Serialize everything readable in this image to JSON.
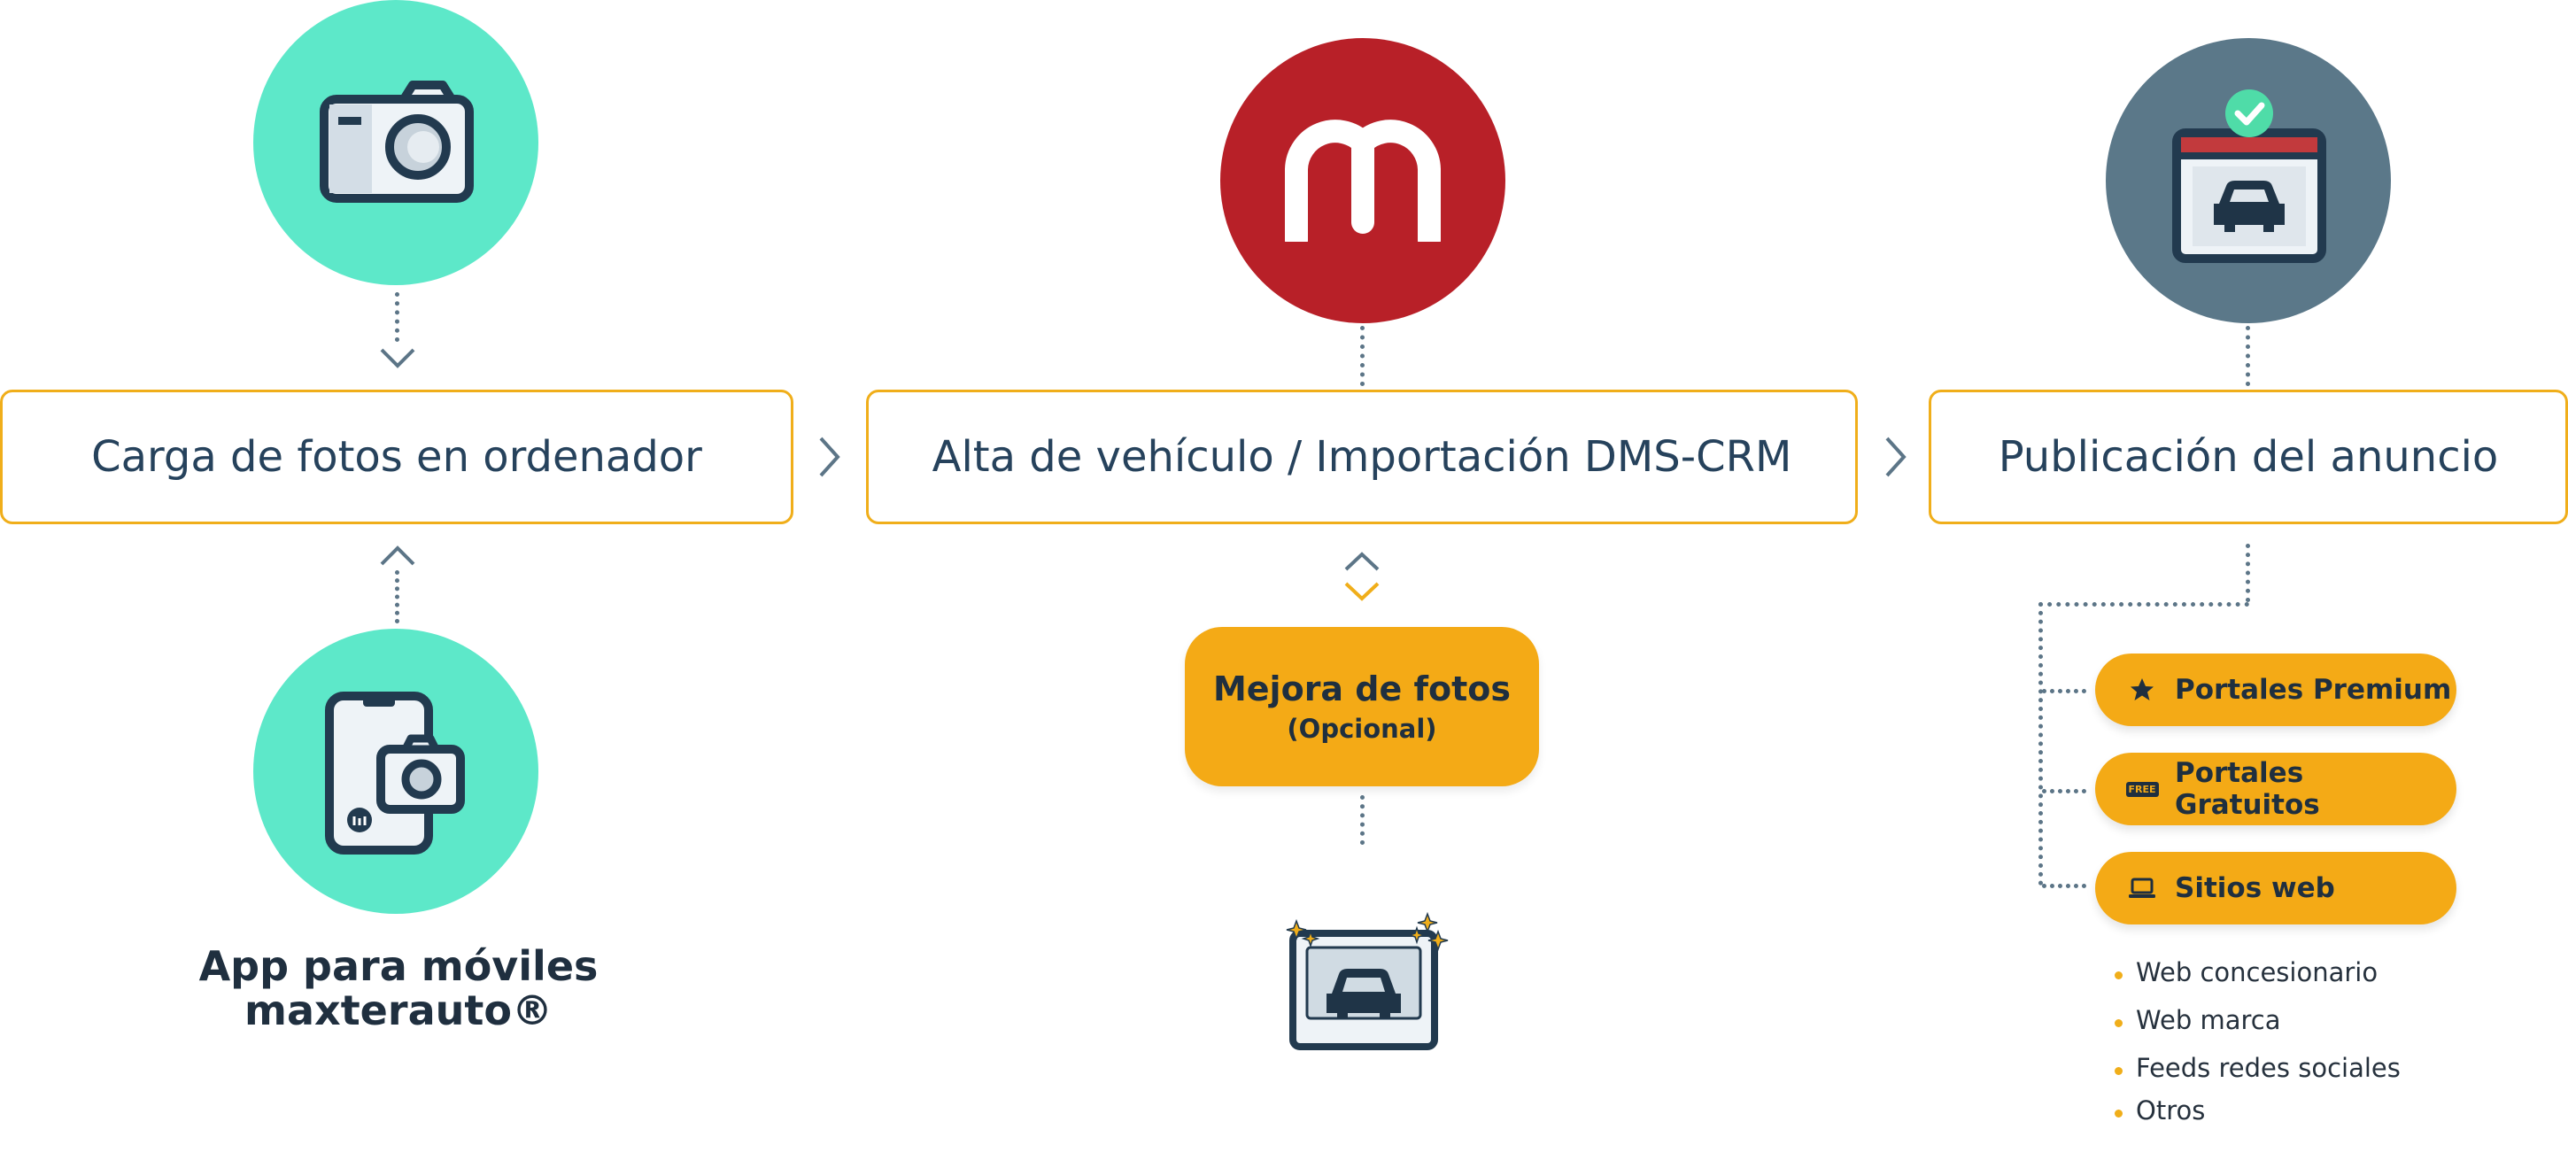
{
  "steps": [
    {
      "label": "Carga de fotos en ordenador"
    },
    {
      "label": "Alta de vehículo / Importación DMS-CRM"
    },
    {
      "label": "Publicación del anuncio"
    }
  ],
  "app": {
    "line1": "App para móviles",
    "line2": "maxterauto®"
  },
  "enhancement": {
    "title": "Mejora de fotos",
    "subtitle": "(Opcional)"
  },
  "channels": [
    {
      "label": "Portales Premium",
      "icon": "star-icon"
    },
    {
      "label": "Portales Gratuitos",
      "icon": "free-badge-icon"
    },
    {
      "label": "Sitios web",
      "icon": "laptop-icon"
    }
  ],
  "free_badge": "FREE",
  "websites": [
    "Web concesionario",
    "Web marca",
    "Feeds redes sociales",
    "Otros"
  ],
  "colors": {
    "mint": "#5de8c9",
    "brand_red": "#b82028",
    "slate": "#5b7889",
    "amber": "#f4aa16",
    "box_border": "#f0ae1a",
    "navy": "#233a4f"
  }
}
